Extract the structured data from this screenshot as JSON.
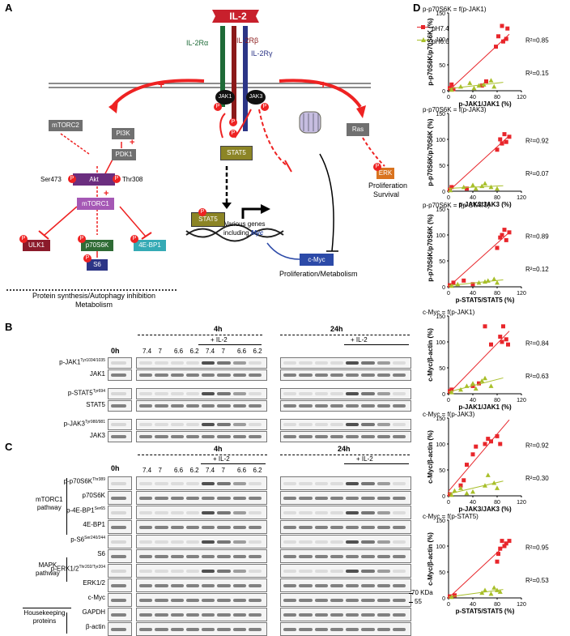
{
  "panels": {
    "a": "A",
    "b": "B",
    "c": "C",
    "d": "D"
  },
  "pathway": {
    "il2": "IL-2",
    "receptors": [
      "IL-2Rα",
      "IL-2Rβ",
      "IL-2Rγ"
    ],
    "jak1": "JAK1",
    "jak3": "JAK3",
    "phospho": "P",
    "plus": "+",
    "stat5": "STAT5",
    "pi3k": "PI3K",
    "pdk1": "PDK1",
    "mtorc2": "mTORC2",
    "akt": "Akt",
    "ser473": "Ser473",
    "thr308": "Thr308",
    "mtorc1": "mTORC1",
    "ulk1": "ULK1",
    "p70s6k": "p70S6K",
    "ebp1": "4E-BP1",
    "s6": "S6",
    "protein_synthesis": "Protein synthesis/Autophagy inhibition",
    "metabolism": "Metabolism",
    "various_genes_1": "Various genes",
    "various_genes_2": "including",
    "myc_italic": "Myc",
    "cmyc": "c-Myc",
    "prolif_metab": "Proliferation/Metabolism",
    "ras": "Ras",
    "erk": "ERK",
    "proliferation": "Proliferation",
    "survival": "Survival"
  },
  "panel_b": {
    "time_4h": "4h",
    "time_24h": "24h",
    "time_0h": "0h",
    "il2_label": "+ IL-2",
    "ph_values": [
      "7.4",
      "7",
      "6.6",
      "6.2",
      "7.4",
      "7",
      "6.6",
      "6.2"
    ],
    "rows": [
      {
        "name": "p-JAK1",
        "sup": "Tyr1034/1035"
      },
      {
        "name": "JAK1",
        "sup": ""
      },
      {
        "name": "p-STAT5",
        "sup": "Tyr694"
      },
      {
        "name": "STAT5",
        "sup": ""
      },
      {
        "name": "p-JAK3",
        "sup": "Tyr980/981"
      },
      {
        "name": "JAK3",
        "sup": ""
      }
    ]
  },
  "panel_c": {
    "time_4h": "4h",
    "time_24h": "24h",
    "time_0h": "0h",
    "il2_label": "+ IL-2",
    "ph_values": [
      "7.4",
      "7",
      "6.6",
      "6.2",
      "7.4",
      "7",
      "6.6",
      "6.2"
    ],
    "group_mtorc1": [
      "mTORC1",
      "pathway"
    ],
    "group_mapk": [
      "MAPK",
      "pathway"
    ],
    "group_house": [
      "Housekeeping",
      "proteins"
    ],
    "rows": [
      {
        "name": "p-p70S6K",
        "sup": "Thr389"
      },
      {
        "name": "p70S6K",
        "sup": ""
      },
      {
        "name": "p-4E-BP1",
        "sup": "Ser65"
      },
      {
        "name": "4E-BP1",
        "sup": ""
      },
      {
        "name": "p-S6",
        "sup": "Ser240/244"
      },
      {
        "name": "S6",
        "sup": ""
      },
      {
        "name": "p-ERK1/2",
        "sup": "Thr202/Tyr204"
      },
      {
        "name": "ERK1/2",
        "sup": ""
      },
      {
        "name": "c-Myc",
        "sup": ""
      },
      {
        "name": "GAPDH",
        "sup": ""
      },
      {
        "name": "β-actin",
        "sup": ""
      }
    ],
    "mw_70": "70 KDa",
    "mw_55": "55"
  },
  "panel_d": {
    "legend": [
      {
        "label": "pH7.4",
        "color": "#e8262b",
        "marker": "square"
      },
      {
        "label": "pH6.6",
        "color": "#a8bf2a",
        "marker": "triangle"
      }
    ],
    "x_ticks": [
      "0",
      "40",
      "80",
      "120"
    ],
    "y_ticks": [
      "0",
      "50",
      "100",
      "150"
    ]
  },
  "chart_data": [
    {
      "type": "scatter",
      "title": "p-p70S6K = f(p-JAK1)",
      "xlabel": "p-JAK1/JAK1 (%)",
      "ylabel": "p-p70S6K/p70S6K (%)",
      "xlim": [
        0,
        120
      ],
      "ylim": [
        0,
        150
      ],
      "series": [
        {
          "name": "pH7.4",
          "points": [
            [
              2,
              5
            ],
            [
              5,
              12
            ],
            [
              8,
              3
            ],
            [
              55,
              10
            ],
            [
              62,
              18
            ],
            [
              78,
              85
            ],
            [
              82,
              105
            ],
            [
              88,
              125
            ],
            [
              90,
              95
            ],
            [
              95,
              100
            ],
            [
              97,
              120
            ]
          ]
        },
        {
          "name": "pH6.6",
          "points": [
            [
              5,
              2
            ],
            [
              20,
              8
            ],
            [
              35,
              15
            ],
            [
              42,
              5
            ],
            [
              50,
              10
            ],
            [
              58,
              12
            ],
            [
              70,
              20
            ],
            [
              75,
              8
            ]
          ]
        }
      ],
      "annotations": [
        "R²=0.85",
        "R²=0.15"
      ]
    },
    {
      "type": "scatter",
      "title": "p-p70S6K = f(p-JAK3)",
      "xlabel": "p-JAK3/JAK3 (%)",
      "ylabel": "p-p70S6K/p70S6K (%)",
      "xlim": [
        0,
        120
      ],
      "ylim": [
        0,
        150
      ],
      "series": [
        {
          "name": "pH7.4",
          "points": [
            [
              2,
              3
            ],
            [
              5,
              8
            ],
            [
              30,
              5
            ],
            [
              80,
              80
            ],
            [
              85,
              100
            ],
            [
              88,
              92
            ],
            [
              92,
              110
            ],
            [
              95,
              95
            ],
            [
              100,
              105
            ]
          ]
        },
        {
          "name": "pH6.6",
          "points": [
            [
              3,
              2
            ],
            [
              25,
              8
            ],
            [
              40,
              12
            ],
            [
              45,
              5
            ],
            [
              55,
              10
            ],
            [
              60,
              15
            ],
            [
              70,
              8
            ],
            [
              80,
              5
            ]
          ]
        }
      ],
      "annotations": [
        "R²=0.92",
        "R²=0.07"
      ]
    },
    {
      "type": "scatter",
      "title": "p-p70S6K = f(p-STAT5)",
      "xlabel": "p-STAT5/STAT5 (%)",
      "ylabel": "p-p70S6K/p70S6K (%)",
      "xlim": [
        0,
        120
      ],
      "ylim": [
        0,
        150
      ],
      "series": [
        {
          "name": "pH7.4",
          "points": [
            [
              2,
              3
            ],
            [
              8,
              8
            ],
            [
              25,
              12
            ],
            [
              40,
              5
            ],
            [
              80,
              75
            ],
            [
              85,
              95
            ],
            [
              88,
              100
            ],
            [
              92,
              110
            ],
            [
              95,
              90
            ],
            [
              100,
              105
            ]
          ]
        },
        {
          "name": "pH6.6",
          "points": [
            [
              5,
              2
            ],
            [
              15,
              5
            ],
            [
              50,
              8
            ],
            [
              60,
              10
            ],
            [
              65,
              12
            ],
            [
              75,
              15
            ],
            [
              80,
              8
            ]
          ]
        }
      ],
      "annotations": [
        "R²=0.89",
        "R²=0.12"
      ]
    },
    {
      "type": "scatter",
      "title": "c-Myc = f(p-JAK1)",
      "xlabel": "p-JAK1/JAK1 (%)",
      "ylabel": "c-Myc/β-actin (%)",
      "xlim": [
        0,
        120
      ],
      "ylim": [
        0,
        150
      ],
      "series": [
        {
          "name": "pH7.4",
          "points": [
            [
              2,
              5
            ],
            [
              5,
              8
            ],
            [
              40,
              15
            ],
            [
              50,
              20
            ],
            [
              60,
              130
            ],
            [
              70,
              95
            ],
            [
              85,
              110
            ],
            [
              88,
              100
            ],
            [
              90,
              130
            ],
            [
              95,
              105
            ],
            [
              98,
              95
            ]
          ]
        },
        {
          "name": "pH6.6",
          "points": [
            [
              5,
              3
            ],
            [
              20,
              8
            ],
            [
              30,
              15
            ],
            [
              40,
              20
            ],
            [
              45,
              10
            ],
            [
              55,
              25
            ],
            [
              60,
              30
            ],
            [
              70,
              15
            ]
          ]
        }
      ],
      "annotations": [
        "R²=0.84",
        "R²=0.63"
      ]
    },
    {
      "type": "scatter",
      "title": "c-Myc = f(p-JAK3)",
      "xlabel": "p-JAK3/JAK3 (%)",
      "ylabel": "c-Myc/β-actin (%)",
      "xlim": [
        0,
        120
      ],
      "ylim": [
        0,
        150
      ],
      "series": [
        {
          "name": "pH7.4",
          "points": [
            [
              2,
              3
            ],
            [
              20,
              20
            ],
            [
              25,
              30
            ],
            [
              30,
              60
            ],
            [
              40,
              80
            ],
            [
              45,
              95
            ],
            [
              60,
              100
            ],
            [
              65,
              110
            ],
            [
              70,
              105
            ],
            [
              80,
              115
            ],
            [
              85,
              100
            ]
          ]
        },
        {
          "name": "pH6.6",
          "points": [
            [
              5,
              2
            ],
            [
              10,
              10
            ],
            [
              20,
              15
            ],
            [
              30,
              5
            ],
            [
              40,
              8
            ],
            [
              60,
              20
            ],
            [
              65,
              40
            ],
            [
              75,
              25
            ],
            [
              80,
              15
            ]
          ]
        }
      ],
      "annotations": [
        "R²=0.92",
        "R²=0.30"
      ]
    },
    {
      "type": "scatter",
      "title": "c-Myc = f(p-STAT5)",
      "xlabel": "p-STAT5/STAT5 (%)",
      "ylabel": "c-Myc/β-actin (%)",
      "xlim": [
        0,
        120
      ],
      "ylim": [
        0,
        150
      ],
      "series": [
        {
          "name": "pH7.4",
          "points": [
            [
              2,
              3
            ],
            [
              10,
              5
            ],
            [
              80,
              70
            ],
            [
              82,
              85
            ],
            [
              85,
              95
            ],
            [
              88,
              110
            ],
            [
              92,
              100
            ],
            [
              95,
              105
            ],
            [
              100,
              110
            ]
          ]
        },
        {
          "name": "pH6.6",
          "points": [
            [
              5,
              2
            ],
            [
              55,
              10
            ],
            [
              60,
              15
            ],
            [
              70,
              8
            ],
            [
              75,
              20
            ],
            [
              80,
              15
            ],
            [
              85,
              12
            ]
          ]
        }
      ],
      "annotations": [
        "R²=0.95",
        "R²=0.53"
      ]
    }
  ]
}
